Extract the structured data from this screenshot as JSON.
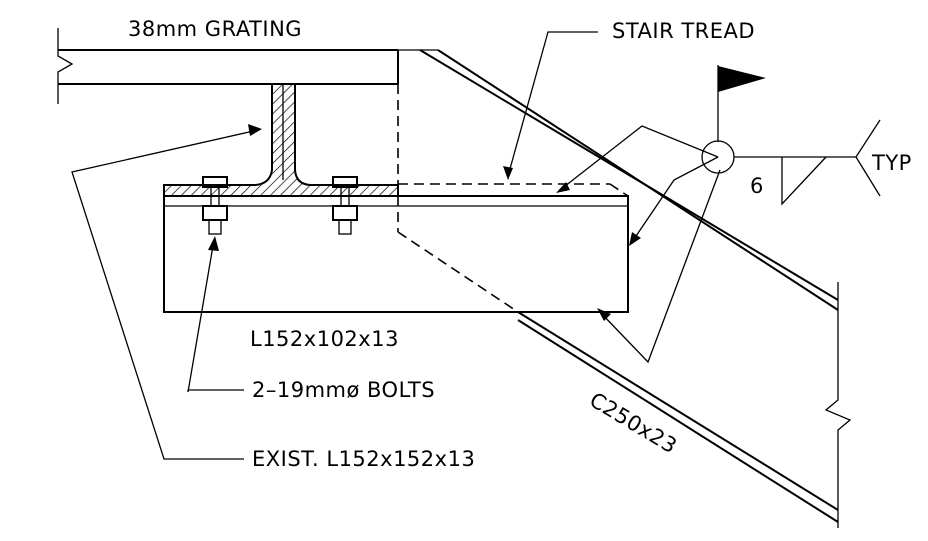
{
  "labels": {
    "grating": "38mm GRATING",
    "stair_tread": "STAIR TREAD",
    "weld_size": "6",
    "typ": "TYP",
    "angle_new": "L152x102x13",
    "bolts": "2–19mmø BOLTS",
    "angle_exist": "EXIST. L152x152x13",
    "channel": "C250x23"
  },
  "icons": {
    "flag": "field-weld-flag-icon",
    "weld_circle": "weld-all-around-icon",
    "fillet": "fillet-weld-symbol-icon",
    "break": "break-line-icon",
    "bolt": "bolt-nut-icon"
  }
}
